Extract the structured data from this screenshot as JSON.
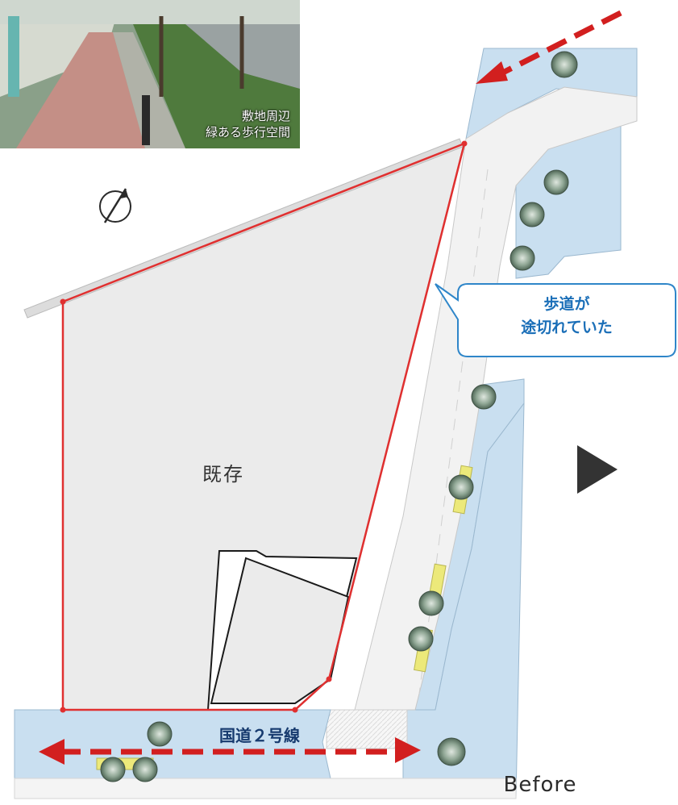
{
  "photo": {
    "caption_line1": "敷地周辺",
    "caption_line2": "緑ある歩行空間"
  },
  "callout": {
    "line1": "歩道が",
    "line2": "途切れていた"
  },
  "site": {
    "existing_label": "既存"
  },
  "road": {
    "route_label": "国道２号線"
  },
  "before_label": "Before",
  "colors": {
    "sidewalk": "#c9dff0",
    "road_gray": "#f2f2f2",
    "site_fill": "#ebebeb",
    "boundary_red": "#e03030",
    "arrow_red": "#d21f1f",
    "callout_blue": "#1b6fb8",
    "route_navy": "#163a6e",
    "tree_green": "#7f9b86",
    "planter_yellow": "#ece97a"
  },
  "icons": [
    "north-arrow-icon",
    "next-arrow-icon",
    "tree-icon"
  ]
}
